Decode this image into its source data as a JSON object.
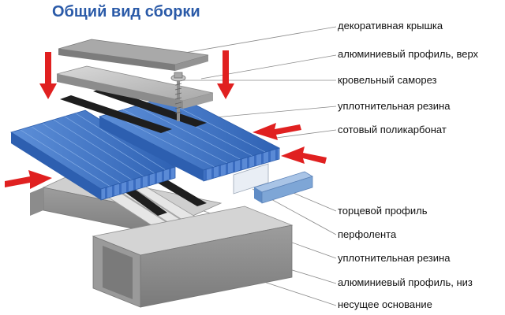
{
  "title": "Общий вид сборки",
  "labels": {
    "cap": "декоративная крышка",
    "top_profile": "алюминиевый профиль, верх",
    "screw": "кровельный саморез",
    "seal_top": "уплотнительная резина",
    "polycarbonate": "сотовый поликарбонат",
    "end_profile": "торцевой профиль",
    "tape": "перфолента",
    "seal_bottom": "уплотнительная резина",
    "bottom_profile": "алюминиевый профиль, низ",
    "base": "несущее основание"
  },
  "colors": {
    "title": "#2a5aa8",
    "arrow": "#e02020",
    "polycarbonate": "#3f74c6",
    "metal": "#9a9a9a",
    "seal": "#1e1e1e",
    "end_profile": "#7ea6d6"
  }
}
